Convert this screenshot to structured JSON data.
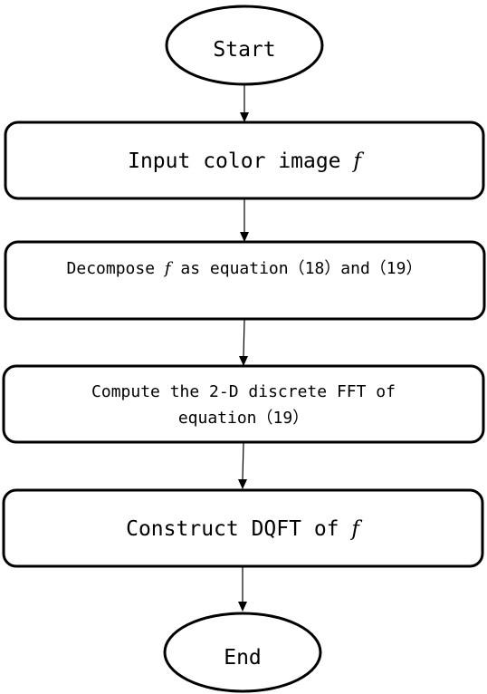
{
  "nodes": [
    {
      "id": "start",
      "shape": "terminator",
      "lines": [
        {
          "text": "Start"
        }
      ]
    },
    {
      "id": "input",
      "shape": "process",
      "lines": [
        {
          "text": "Input color image ",
          "var": "f"
        }
      ]
    },
    {
      "id": "decompose",
      "shape": "process",
      "lines": [
        {
          "text": "Decompose ",
          "var": "f",
          "tail": " as equation（18）and（19）"
        }
      ]
    },
    {
      "id": "compute",
      "shape": "process",
      "lines": [
        {
          "text": "Compute the 2-D discrete FFT of"
        },
        {
          "text": "equation（19）"
        }
      ]
    },
    {
      "id": "construct",
      "shape": "process",
      "lines": [
        {
          "text": "Construct DQFT of ",
          "var": "f"
        }
      ]
    },
    {
      "id": "end",
      "shape": "terminator",
      "lines": [
        {
          "text": "End"
        }
      ]
    }
  ],
  "edges": [
    {
      "from": "start",
      "to": "input"
    },
    {
      "from": "input",
      "to": "decompose"
    },
    {
      "from": "decompose",
      "to": "compute"
    },
    {
      "from": "compute",
      "to": "construct"
    },
    {
      "from": "construct",
      "to": "end"
    }
  ]
}
